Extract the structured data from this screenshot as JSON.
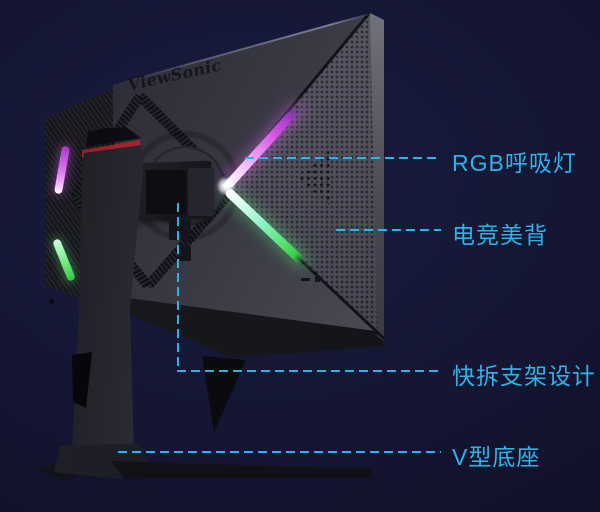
{
  "monitor": {
    "brand_logo": "ViewSonic"
  },
  "accent": {
    "callout_color": "#2fb2e8",
    "rgb_strip_magenta": "#d95ce8",
    "rgb_strip_green": "#55e070",
    "stand_stripe_red": "#c82833",
    "background_color": "#10122a"
  },
  "callouts": [
    {
      "label": "RGB呼吸灯"
    },
    {
      "label": "电竞美背"
    },
    {
      "label": "快拆支架设计"
    },
    {
      "label": "V型底座"
    }
  ]
}
